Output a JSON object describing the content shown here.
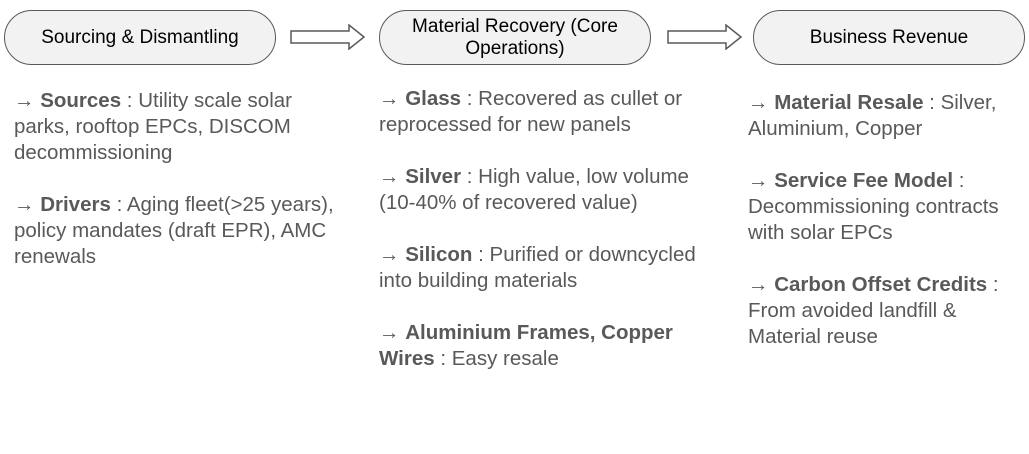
{
  "stages": [
    {
      "title": "Sourcing & Dismantling"
    },
    {
      "title": "Material Recovery (Core Operations)"
    },
    {
      "title": "Business Revenue"
    }
  ],
  "columns": [
    {
      "items": [
        {
          "arrow": "→",
          "term": "Sources",
          "sep": " : ",
          "desc": "Utility scale solar parks, rooftop EPCs, DISCOM decommissioning"
        },
        {
          "arrow": "→",
          "term": "Drivers",
          "sep": " : ",
          "desc": "Aging fleet(>25 years), policy mandates (draft EPR), AMC renewals"
        }
      ]
    },
    {
      "items": [
        {
          "arrow": "→",
          "term": "Glass",
          "sep": " : ",
          "desc": "Recovered as cullet or reprocessed for new panels"
        },
        {
          "arrow": "→",
          "term": "Silver",
          "sep": " : ",
          "desc": "High value, low volume (10-40% of recovered value)"
        },
        {
          "arrow": "→",
          "term": "Silicon",
          "sep": " : ",
          "desc": "Purified or downcycled into building materials"
        },
        {
          "arrow": "→",
          "term": "Aluminium Frames, Copper Wires",
          "sep": " : ",
          "desc": "Easy resale"
        }
      ]
    },
    {
      "items": [
        {
          "arrow": "→",
          "term": "Material Resale",
          "sep": " : ",
          "desc": "Silver, Aluminium, Copper"
        },
        {
          "arrow": "→",
          "term": "Service Fee Model",
          "sep": " : ",
          "desc": "Decommissioning contracts with solar EPCs"
        },
        {
          "arrow": "→",
          "term": "Carbon Offset Credits",
          "sep": " : ",
          "desc": "From avoided landfill & Material reuse"
        }
      ]
    }
  ],
  "colors": {
    "pill_fill": "#f2f2f2",
    "outline": "#595959",
    "text": "#595959"
  }
}
